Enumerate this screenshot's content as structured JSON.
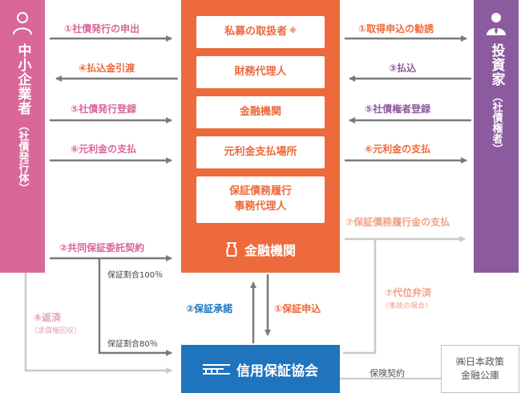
{
  "left_party": {
    "name": "中小企業者",
    "sub": "社債発行体"
  },
  "right_party": {
    "name": "投資家",
    "sub": "社債権者"
  },
  "center": {
    "roles": [
      {
        "label": "私募の取扱者",
        "note": "※"
      },
      {
        "label": "財務代理人",
        "note": ""
      },
      {
        "label": "金融機関",
        "note": ""
      },
      {
        "label": "元利金支払場所",
        "note": ""
      },
      {
        "label": "保証債務履行\n事務代理人",
        "note": ""
      }
    ],
    "label": "金融機関"
  },
  "association": {
    "label": "信用保証協会"
  },
  "jfc": {
    "line1": "㈱日本政策",
    "line2": "金融公庫"
  },
  "flows": {
    "l1": "①社債発行の申出",
    "l4": "④払込金引渡",
    "l5": "⑤社債発行登録",
    "l6": "⑥元利金の支払",
    "r1": "①取得申込の勧誘",
    "r3": "③払込",
    "r5": "⑤社債権者登録",
    "r6": "⑥元利金の支払",
    "r7": "⑦保証債務履行金の支払",
    "l2": "②共同保証委託契約",
    "ratio100": "保証割合100％",
    "ratio80": "保証割合80％",
    "l8": "⑧返済",
    "l8_sub": "（求償権回収）",
    "c2": "②保証承諾",
    "c1": "①保証申込",
    "r7b": "⑦代位弁済",
    "r7b_sub": "（事故の場合）",
    "insurance": "保険契約"
  },
  "colors": {
    "pink": "#d9679a",
    "purple": "#8c5a9e",
    "orange": "#ec6a3c",
    "blue": "#1f74bd",
    "gray": "#c9c9c9",
    "dark_gray": "#7a7a7a"
  }
}
